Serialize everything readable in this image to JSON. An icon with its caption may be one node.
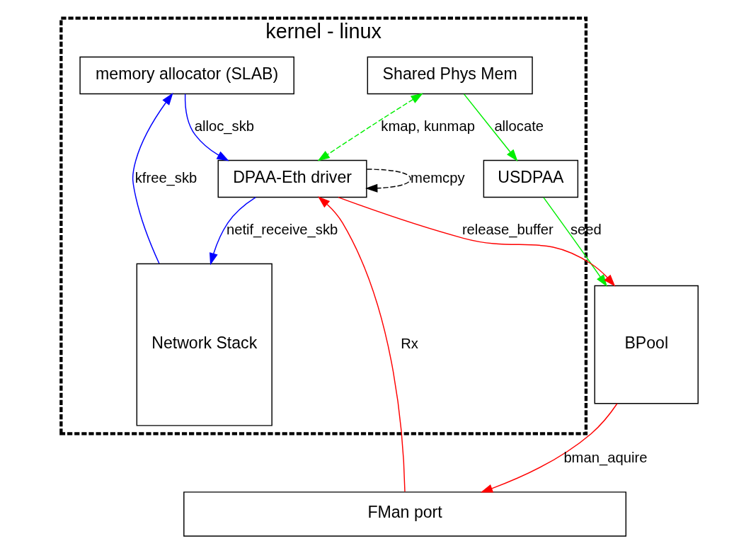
{
  "diagram": {
    "nodes": [
      {
        "text": [
          "kernel - linux"
        ]
      },
      {
        "text": [
          "memory allocator (SLAB)"
        ],
        "in": 0
      },
      {
        "text": [
          "Network Stack"
        ],
        "in": 0
      },
      {
        "text": [
          "USDPAA"
        ],
        "in": 0
      },
      {
        "text": [
          "Shared Phys Mem"
        ],
        "in": 0
      },
      {
        "text": [
          "DPAA-Eth driver"
        ],
        "in": 0
      },
      {
        "text": [
          "BPool"
        ]
      },
      {
        "text": [
          "FMan port"
        ]
      }
    ],
    "edges": [
      {
        "from": 2,
        "to": 1,
        "arrow": "to",
        "label": "kfree_skb",
        "color": "#0000ff"
      },
      {
        "from": 1,
        "to": 5,
        "arrow": "to",
        "label": "alloc_skb",
        "color": "#0000ff"
      },
      {
        "from": 5,
        "to": 2,
        "arrow": "to",
        "label": "netif_receive_skb",
        "color": "#0000ff"
      },
      {
        "from": 4,
        "to": 3,
        "arrow": "to",
        "label": "allocate",
        "color": "#00ee00"
      },
      {
        "from": 3,
        "to": 6,
        "arrow": "to",
        "label": "seed",
        "color": "#00ee00"
      },
      {
        "from": 4,
        "to": 5,
        "arrow": "both",
        "label": "kmap, kunmap",
        "style": "dashed",
        "color": "#00ee00"
      },
      {
        "from": 5,
        "to": 5,
        "arrow": "to",
        "label": "memcpy",
        "style": "dashed",
        "color": "#000000"
      },
      {
        "from": 5,
        "to": 6,
        "arrow": "to",
        "label": "release_buffer",
        "color": "#ff0000"
      },
      {
        "from": 6,
        "to": 7,
        "arrow": "to",
        "label": "bman_aquire",
        "color": "#ff0000"
      },
      {
        "from": 7,
        "to": 5,
        "arrow": "to",
        "label": "Rx",
        "color": "#ff0000"
      }
    ]
  }
}
